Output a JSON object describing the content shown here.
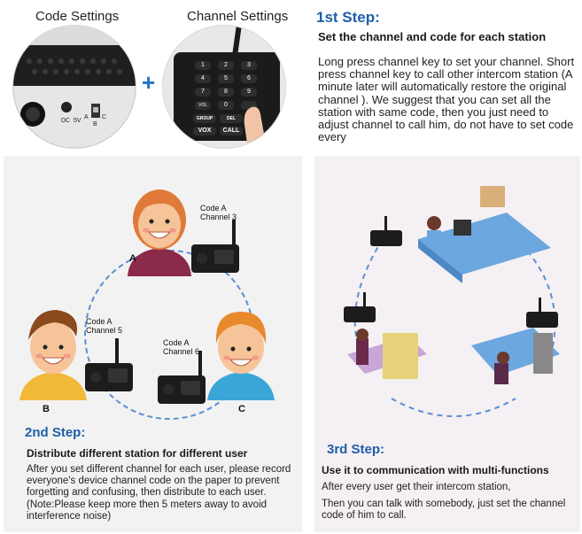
{
  "top": {
    "code_settings_label": "Code Settings",
    "channel_settings_label": "Channel Settings",
    "plus": "+",
    "switch_labels": {
      "dc": "DC",
      "voltage": "5V",
      "a": "A",
      "b": "B",
      "c": "C"
    },
    "keypad_keys": [
      "1",
      "2",
      "3",
      "4",
      "5",
      "6",
      "7",
      "8",
      "9",
      "VOL",
      "0",
      "",
      "GROUP",
      "DEL",
      "VOX",
      "CALL"
    ]
  },
  "step1": {
    "title": "1st Step:",
    "subtitle": "Set the channel and code for each station",
    "body": "Long press channel key to set your channel. Short press channel key to call other intercom station (A minute later will automatically restore the original channel ). We suggest that you can set all the station with same code, then you just need to adjust channel to call him, do not have to set code every"
  },
  "diagram": {
    "person_a": {
      "letter": "A",
      "code": "Code A",
      "channel": "Channel 3"
    },
    "person_b": {
      "letter": "B",
      "code": "Code A",
      "channel": "Channel 5"
    },
    "person_c": {
      "letter": "C",
      "code": "Code A",
      "channel": "Channel 6"
    }
  },
  "step2": {
    "title": "2nd Step:",
    "subtitle": "Distribute different station for different user",
    "body": "After you set different channel for each user, please record everyone's device channel code on the paper to prevent forgetting and confusing, then distribute to each user. (Note:Please keep more then 5 meters away to avoid interference noise)"
  },
  "step3": {
    "title": "3rd Step:",
    "subtitle": "Use it to communication with multi-functions",
    "body1": "After every user get their intercom station,",
    "body2": "Then you can talk with somebody, just set the channel code of him to call."
  },
  "colors": {
    "step_title": "#1f5fa8",
    "plus": "#1e73c8",
    "dashed_circle": "#5b8fd3",
    "left_panel_bg": "#f2f2f2",
    "right_panel_bg": "#f5f0f3",
    "skin": "#f7c49a",
    "hair_a": "#e07a3a",
    "hair_b": "#8a4a1c",
    "hair_c": "#e8892c",
    "shirt_a": "#8b2a4a",
    "shirt_b": "#f2b83a",
    "shirt_c": "#3aa6d8",
    "device": "#1c1c1c",
    "desk": "#6da7e0"
  }
}
